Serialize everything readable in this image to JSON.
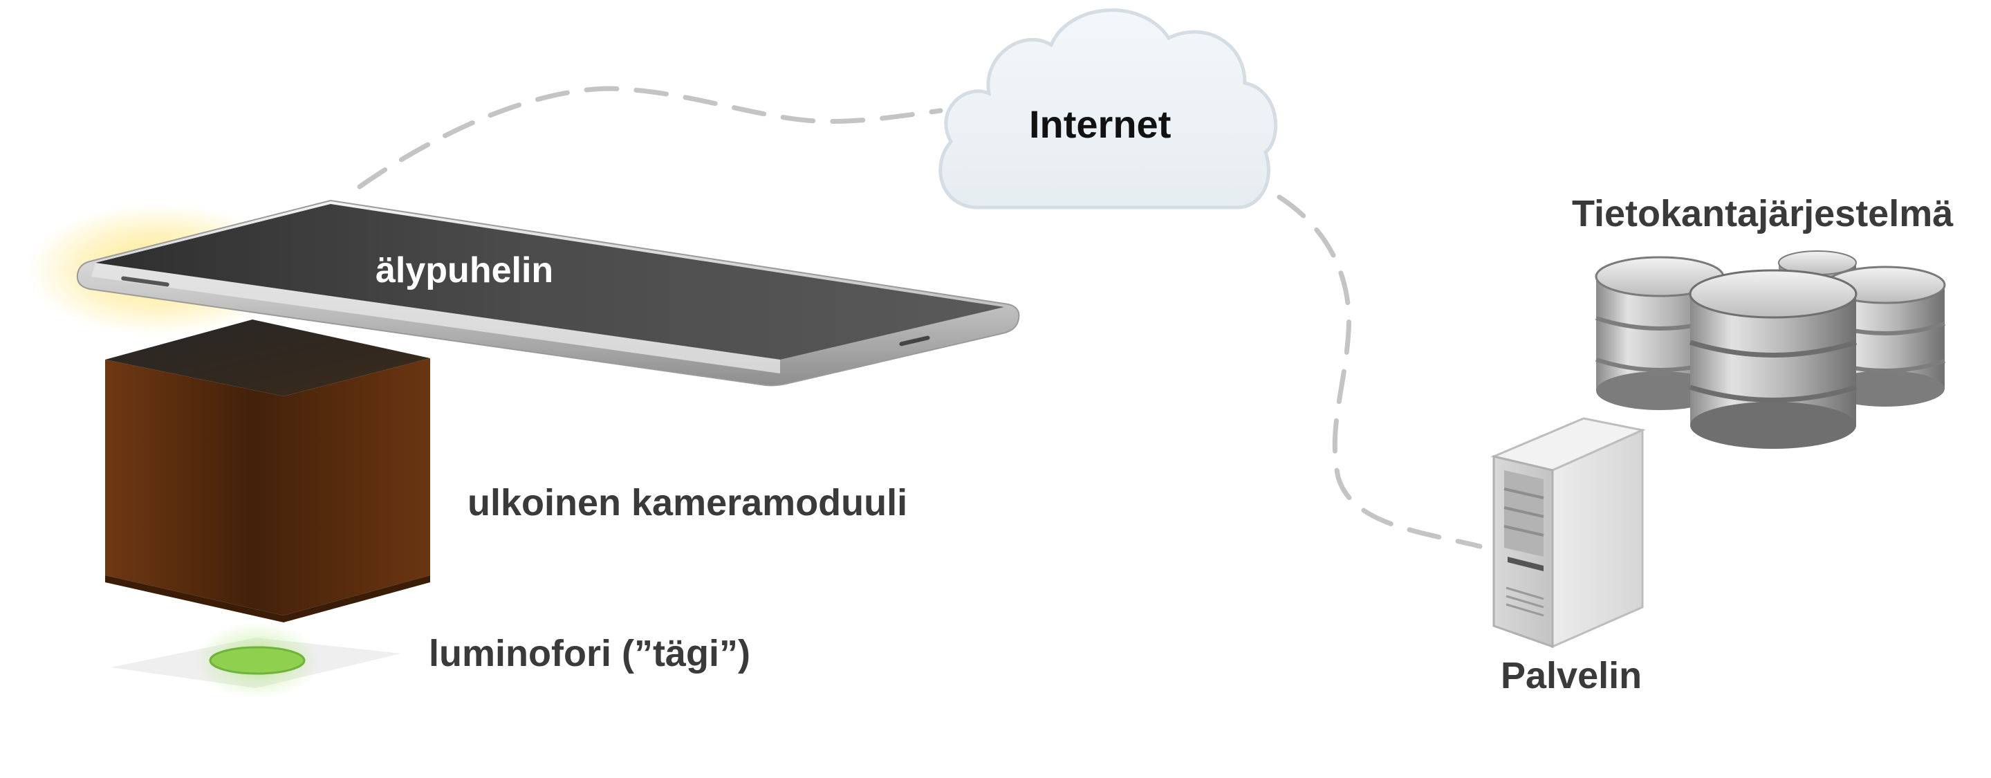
{
  "labels": {
    "smartphone": "älypuhelin",
    "internet": "Internet",
    "database": "Tietokantajärjestelmä",
    "camera": "ulkoinen kameramoduuli",
    "phosphor": "luminofori (”tägi”)",
    "server": "Palvelin"
  },
  "colors": {
    "dashed_link": "#c4c4c4",
    "cloud_fill": "#eef3f6",
    "cloud_stroke": "#d3dde3",
    "phone_screen": "#3d3d3d",
    "phone_frame": "#d4d4d4",
    "camera_box": "#5a2c0d",
    "phosphor_glow": "#8fd14f",
    "phone_glow": "#ffe680",
    "label_text": "#3a3a3a"
  },
  "icons": [
    "cloud-icon",
    "smartphone-icon",
    "camera-module-icon",
    "phosphor-tag-icon",
    "database-icon",
    "server-icon"
  ]
}
